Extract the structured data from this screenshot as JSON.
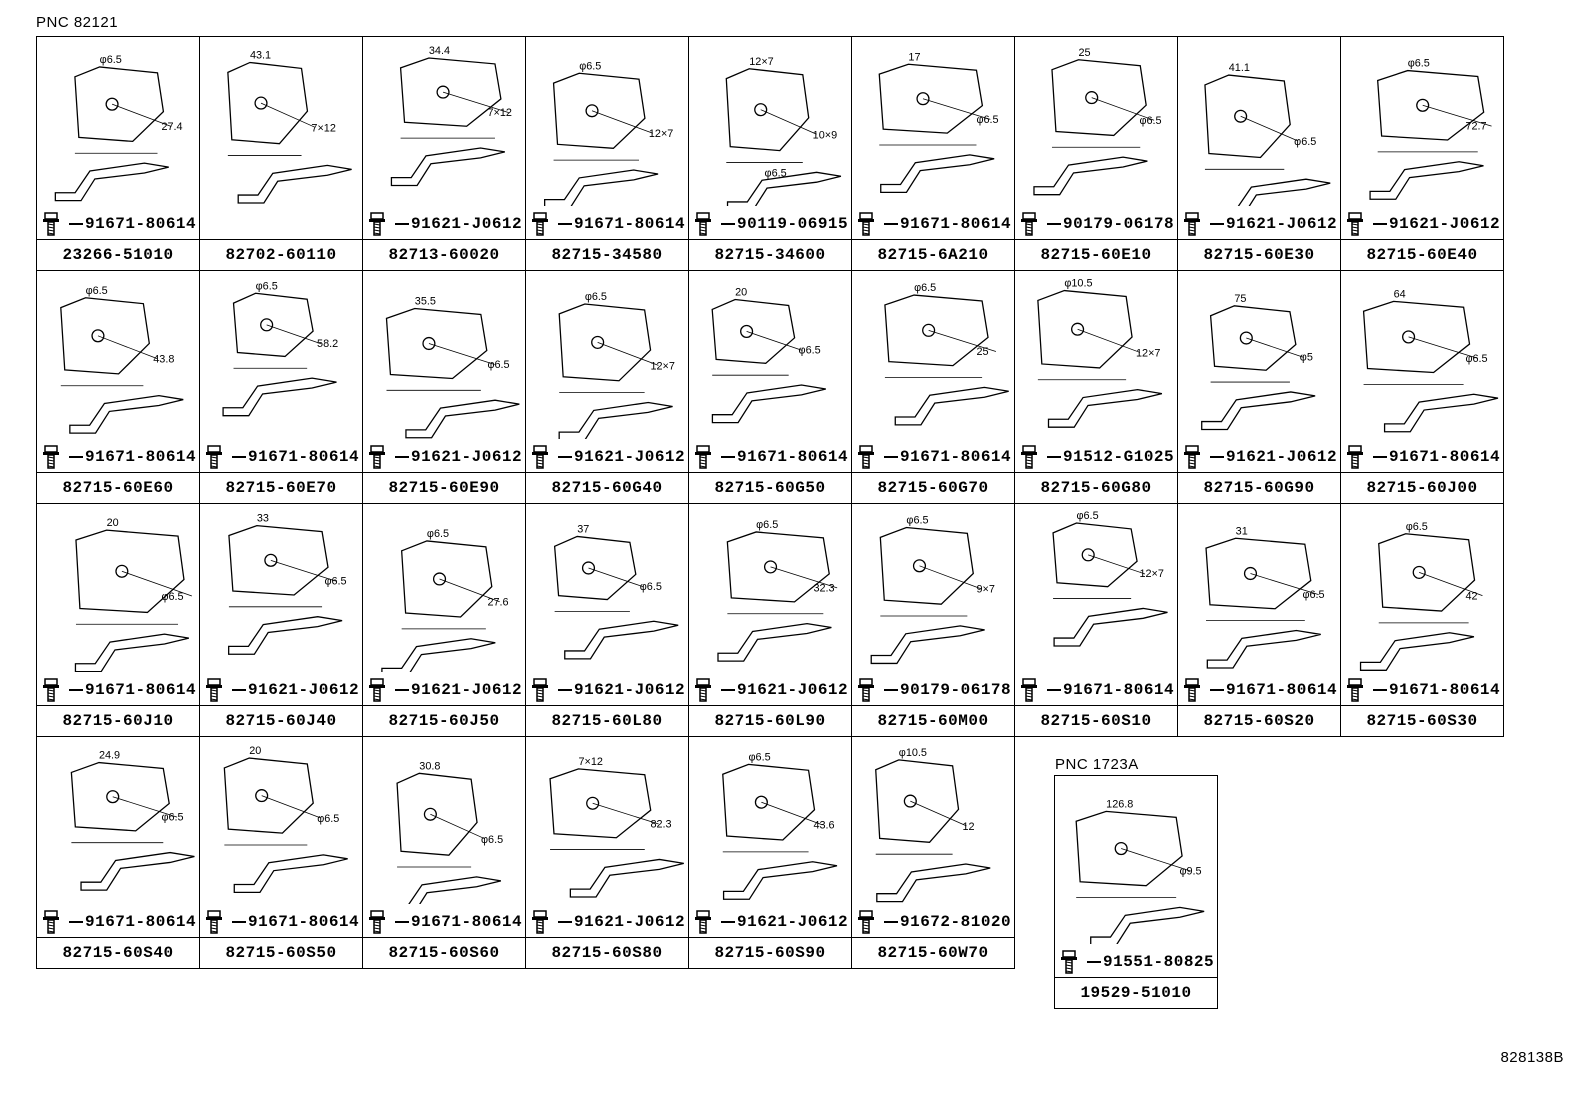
{
  "header": {
    "pnc_main": "PNC 82121",
    "pnc_secondary": "PNC 1723A"
  },
  "footer": {
    "diagram_ref": "828138B"
  },
  "grid": [
    [
      {
        "part": "23266-51010",
        "bolt": "91671-80614",
        "dims": [
          "φ6.5",
          "27.4"
        ]
      },
      {
        "part": "82702-60110",
        "bolt": "",
        "dims": [
          "43.1",
          "7×12"
        ]
      },
      {
        "part": "82713-60020",
        "bolt": "91621-J0612",
        "dims": [
          "34.4",
          "7×12"
        ]
      },
      {
        "part": "82715-34580",
        "bolt": "91671-80614",
        "dims": [
          "φ6.5",
          "12×7"
        ]
      },
      {
        "part": "82715-34600",
        "bolt": "90119-06915",
        "dims": [
          "12×7",
          "10×9",
          "φ6.5"
        ]
      },
      {
        "part": "82715-6A210",
        "bolt": "91671-80614",
        "dims": [
          "17",
          "φ6.5"
        ]
      },
      {
        "part": "82715-60E10",
        "bolt": "90179-06178",
        "dims": [
          "25",
          "φ6.5"
        ]
      },
      {
        "part": "82715-60E30",
        "bolt": "91621-J0612",
        "dims": [
          "41.1",
          "φ6.5"
        ]
      },
      {
        "part": "82715-60E40",
        "bolt": "91621-J0612",
        "dims": [
          "φ6.5",
          "72.7"
        ]
      }
    ],
    [
      {
        "part": "82715-60E60",
        "bolt": "91671-80614",
        "dims": [
          "φ6.5",
          "43.8"
        ]
      },
      {
        "part": "82715-60E70",
        "bolt": "91671-80614",
        "dims": [
          "φ6.5",
          "58.2"
        ]
      },
      {
        "part": "82715-60E90",
        "bolt": "91621-J0612",
        "dims": [
          "35.5",
          "φ6.5"
        ]
      },
      {
        "part": "82715-60G40",
        "bolt": "91621-J0612",
        "dims": [
          "φ6.5",
          "12×7"
        ]
      },
      {
        "part": "82715-60G50",
        "bolt": "91671-80614",
        "dims": [
          "20",
          "φ6.5"
        ]
      },
      {
        "part": "82715-60G70",
        "bolt": "91671-80614",
        "dims": [
          "φ6.5",
          "25"
        ]
      },
      {
        "part": "82715-60G80",
        "bolt": "91512-G1025",
        "dims": [
          "φ10.5",
          "12×7"
        ]
      },
      {
        "part": "82715-60G90",
        "bolt": "91621-J0612",
        "dims": [
          "75",
          "φ5"
        ]
      },
      {
        "part": "82715-60J00",
        "bolt": "91671-80614",
        "dims": [
          "64",
          "φ6.5"
        ]
      }
    ],
    [
      {
        "part": "82715-60J10",
        "bolt": "91671-80614",
        "dims": [
          "20",
          "φ6.5"
        ]
      },
      {
        "part": "82715-60J40",
        "bolt": "91621-J0612",
        "dims": [
          "33",
          "φ6.5"
        ]
      },
      {
        "part": "82715-60J50",
        "bolt": "91621-J0612",
        "dims": [
          "φ6.5",
          "27.6"
        ]
      },
      {
        "part": "82715-60L80",
        "bolt": "91621-J0612",
        "dims": [
          "37",
          "φ6.5"
        ]
      },
      {
        "part": "82715-60L90",
        "bolt": "91621-J0612",
        "dims": [
          "φ6.5",
          "32.3"
        ]
      },
      {
        "part": "82715-60M00",
        "bolt": "90179-06178",
        "dims": [
          "φ6.5",
          "9×7"
        ]
      },
      {
        "part": "82715-60S10",
        "bolt": "91671-80614",
        "dims": [
          "φ6.5",
          "12×7"
        ]
      },
      {
        "part": "82715-60S20",
        "bolt": "91671-80614",
        "dims": [
          "31",
          "φ6.5"
        ]
      },
      {
        "part": "82715-60S30",
        "bolt": "91671-80614",
        "dims": [
          "φ6.5",
          "42"
        ]
      }
    ],
    [
      {
        "part": "82715-60S40",
        "bolt": "91671-80614",
        "dims": [
          "24.9",
          "φ6.5"
        ]
      },
      {
        "part": "82715-60S50",
        "bolt": "91671-80614",
        "dims": [
          "20",
          "φ6.5"
        ]
      },
      {
        "part": "82715-60S60",
        "bolt": "91671-80614",
        "dims": [
          "30.8",
          "φ6.5"
        ]
      },
      {
        "part": "82715-60S80",
        "bolt": "91621-J0612",
        "dims": [
          "7×12",
          "82.3"
        ]
      },
      {
        "part": "82715-60S90",
        "bolt": "91621-J0612",
        "dims": [
          "φ6.5",
          "43.6"
        ]
      },
      {
        "part": "82715-60W70",
        "bolt": "91672-81020",
        "dims": [
          "φ10.5",
          "12"
        ]
      }
    ]
  ],
  "extra_cell": {
    "part": "19529-51010",
    "bolt": "91551-80825",
    "dims": [
      "126.8",
      "φ9.5"
    ]
  }
}
